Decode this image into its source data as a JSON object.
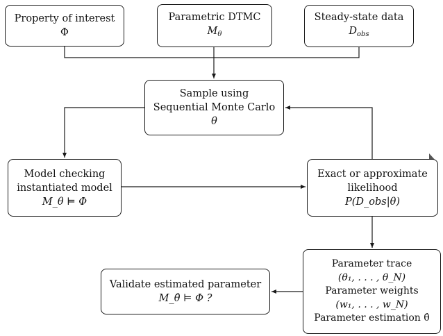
{
  "nodes": {
    "property": {
      "line1": "Property of interest",
      "symbol": "Φ"
    },
    "dtmc": {
      "line1": "Parametric DTMC",
      "symbol": "M",
      "subscript": "θ"
    },
    "steady": {
      "line1": "Steady-state data",
      "symbol": "D",
      "subscript": "obs"
    },
    "smc": {
      "line1": "Sample using",
      "line2": "Sequential Monte Carlo",
      "symbol": "θ"
    },
    "model_check": {
      "line1": "Model checking",
      "line2": "instantiated model",
      "formula": "M_θ ⊨ Φ"
    },
    "likelihood": {
      "line1": "Exact or approximate",
      "line2": "likelihood",
      "formula": "P(D_obs|θ)"
    },
    "trace": {
      "line1": "Parameter trace",
      "line2": "(θ₁, . . . , θ_N)",
      "line3": "Parameter weights",
      "line4": "(w₁, . . . , w_N)",
      "line5": "Parameter estimation θ̂"
    },
    "validate": {
      "line1": "Validate estimated parameter",
      "formula": "M_θ̂ ⊨ Φ ?"
    }
  },
  "colors": {
    "stroke": "#1a1a1a",
    "background": "#ffffff",
    "corner_mark": "#555555"
  }
}
